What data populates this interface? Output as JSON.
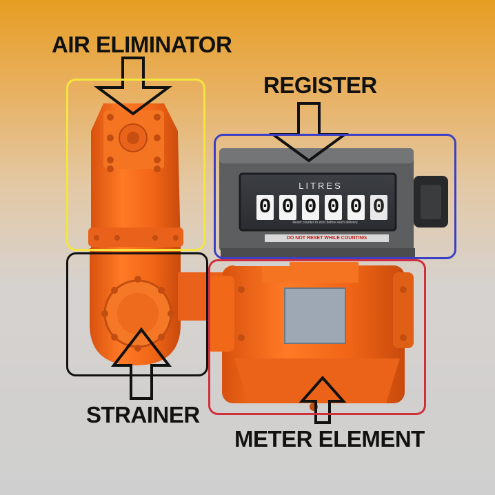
{
  "labels": {
    "air_eliminator": "AIR ELIMINATOR",
    "register": "REGISTER",
    "strainer": "STRAINER",
    "meter_element": "METER ELEMENT"
  },
  "register_display": {
    "unit": "LITRES",
    "digits": [
      "0",
      "0",
      "0",
      "0",
      "0"
    ],
    "last_digit": "0",
    "reset_note": "Reset counter to zero before each delivery.",
    "warning": "DO NOT RESET WHILE COUNTING"
  },
  "colors": {
    "air_eliminator_box": "#f2e640",
    "register_box": "#3c3fc4",
    "strainer_box": "#111111",
    "meter_element_box": "#d0303c",
    "meter_body": "#f26a1b"
  }
}
